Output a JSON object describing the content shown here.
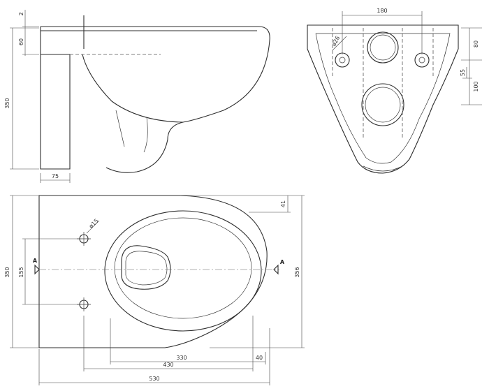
{
  "side_view": {
    "dims": {
      "top_gap": "2",
      "rim": "60",
      "height": "350",
      "flange": "75"
    }
  },
  "rear_view": {
    "dims": {
      "width": "180",
      "hole_dia": "ø26",
      "upper": "80",
      "mid": "55",
      "lower": "100"
    }
  },
  "top_view": {
    "dims": {
      "bolt_dia": "ø15",
      "width": "350",
      "bolt_spacing": "155",
      "rear_clearance": "41",
      "overall_width": "356",
      "bowl": "330",
      "front": "40",
      "bolt_to_front": "430",
      "length": "530"
    },
    "section_label_left": "A",
    "section_label_right": "A"
  }
}
